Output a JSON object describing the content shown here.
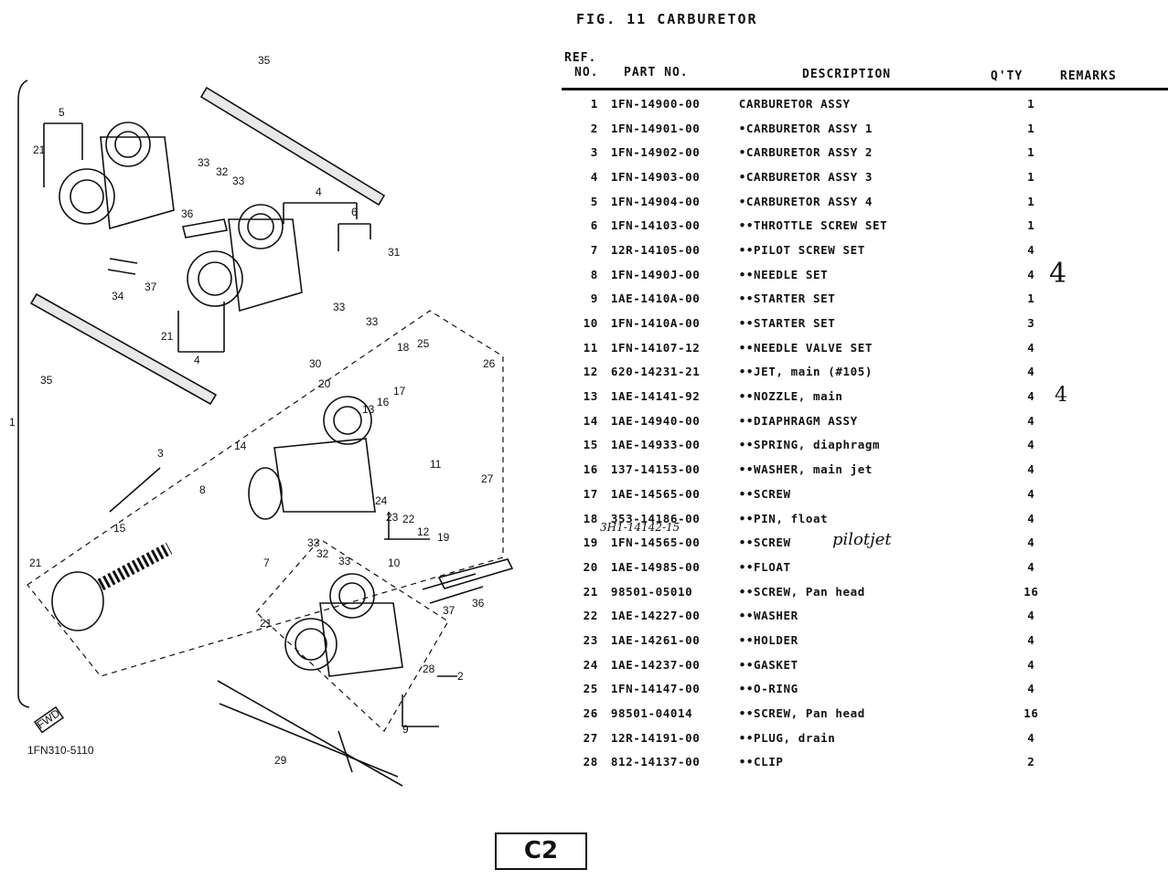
{
  "figure": {
    "title": "FIG. 11   CARBURETOR",
    "code": "1FN310-5110",
    "page_badge": "C2"
  },
  "headers": {
    "ref": "REF.",
    "no": "NO.",
    "part_no": "PART NO.",
    "description": "DESCRIPTION",
    "qty": "Q'TY",
    "remarks": "REMARKS"
  },
  "rows": [
    {
      "ref": "1",
      "part": "1FN-14900-00",
      "desc": "CARBURETOR ASSY",
      "qty": "1"
    },
    {
      "ref": "2",
      "part": "1FN-14901-00",
      "desc": "•CARBURETOR ASSY 1",
      "qty": "1"
    },
    {
      "ref": "3",
      "part": "1FN-14902-00",
      "desc": "•CARBURETOR ASSY 2",
      "qty": "1"
    },
    {
      "ref": "4",
      "part": "1FN-14903-00",
      "desc": "•CARBURETOR ASSY 3",
      "qty": "1"
    },
    {
      "ref": "5",
      "part": "1FN-14904-00",
      "desc": "•CARBURETOR ASSY 4",
      "qty": "1"
    },
    {
      "ref": "6",
      "part": "1FN-14103-00",
      "desc": "••THROTTLE SCREW SET",
      "qty": "1"
    },
    {
      "ref": "7",
      "part": "12R-14105-00",
      "desc": "••PILOT SCREW SET",
      "qty": "4"
    },
    {
      "ref": "8",
      "part": "1FN-1490J-00",
      "desc": "••NEEDLE SET",
      "qty": "4"
    },
    {
      "ref": "9",
      "part": "1AE-1410A-00",
      "desc": "••STARTER SET",
      "qty": "1"
    },
    {
      "ref": "10",
      "part": "1FN-1410A-00",
      "desc": "••STARTER SET",
      "qty": "3"
    },
    {
      "ref": "11",
      "part": "1FN-14107-12",
      "desc": "••NEEDLE VALVE SET",
      "qty": "4"
    },
    {
      "ref": "12",
      "part": "620-14231-21",
      "desc": "••JET, main (#105)",
      "qty": "4"
    },
    {
      "ref": "13",
      "part": "1AE-14141-92",
      "desc": "••NOZZLE, main",
      "qty": "4"
    },
    {
      "ref": "14",
      "part": "1AE-14940-00",
      "desc": "••DIAPHRAGM ASSY",
      "qty": "4"
    },
    {
      "ref": "15",
      "part": "1AE-14933-00",
      "desc": "••SPRING, diaphragm",
      "qty": "4"
    },
    {
      "ref": "16",
      "part": "137-14153-00",
      "desc": "••WASHER, main jet",
      "qty": "4"
    },
    {
      "ref": "17",
      "part": "1AE-14565-00",
      "desc": "••SCREW",
      "qty": "4"
    },
    {
      "ref": "18",
      "part": "353-14186-00",
      "desc": "••PIN, float",
      "qty": "4"
    },
    {
      "ref": "19",
      "part": "1FN-14565-00",
      "desc": "••SCREW",
      "qty": "4"
    },
    {
      "ref": "20",
      "part": "1AE-14985-00",
      "desc": "••FLOAT",
      "qty": "4"
    },
    {
      "ref": "21",
      "part": "98501-05010",
      "desc": "••SCREW, Pan head",
      "qty": "16"
    },
    {
      "ref": "22",
      "part": "1AE-14227-00",
      "desc": "••WASHER",
      "qty": "4"
    },
    {
      "ref": "23",
      "part": "1AE-14261-00",
      "desc": "••HOLDER",
      "qty": "4"
    },
    {
      "ref": "24",
      "part": "1AE-14237-00",
      "desc": "••GASKET",
      "qty": "4"
    },
    {
      "ref": "25",
      "part": "1FN-14147-00",
      "desc": "••O-RING",
      "qty": "4"
    },
    {
      "ref": "26",
      "part": "98501-04014",
      "desc": "••SCREW, Pan head",
      "qty": "16"
    },
    {
      "ref": "27",
      "part": "12R-14191-00",
      "desc": "••PLUG, drain",
      "qty": "4"
    },
    {
      "ref": "28",
      "part": "812-14137-00",
      "desc": "••CLIP",
      "qty": "2"
    }
  ],
  "handwritten": {
    "row8": "4",
    "row13": "4",
    "pilotjet": "pilotjet",
    "alt_part": "3H1-14142-15"
  },
  "callouts": [
    "1",
    "2",
    "3",
    "4",
    "4",
    "5",
    "6",
    "7",
    "8",
    "9",
    "10",
    "11",
    "12",
    "13",
    "14",
    "15",
    "16",
    "17",
    "18",
    "19",
    "20",
    "21",
    "21",
    "21",
    "21",
    "22",
    "23",
    "24",
    "25",
    "26",
    "27",
    "28",
    "29",
    "30",
    "31",
    "32",
    "32",
    "33",
    "33",
    "33",
    "33",
    "33",
    "33",
    "34",
    "35",
    "35",
    "36",
    "36",
    "37",
    "37"
  ],
  "fwd_label": "FWD"
}
